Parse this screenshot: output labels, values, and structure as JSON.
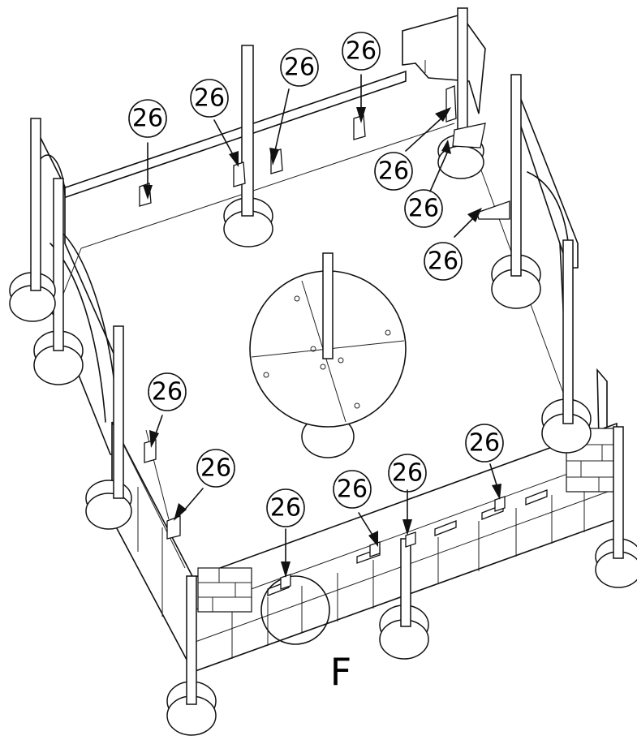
{
  "diagram": {
    "part_callout": "26",
    "step_label": "F",
    "callouts": [
      {
        "label": "26"
      },
      {
        "label": "26"
      },
      {
        "label": "26"
      },
      {
        "label": "26"
      },
      {
        "label": "26"
      },
      {
        "label": "26"
      },
      {
        "label": "26"
      },
      {
        "label": "26"
      },
      {
        "label": "26"
      },
      {
        "label": "26"
      },
      {
        "label": "26"
      },
      {
        "label": "26"
      },
      {
        "label": "26"
      }
    ],
    "colors": {
      "line": "#111111",
      "background": "#ffffff"
    }
  }
}
